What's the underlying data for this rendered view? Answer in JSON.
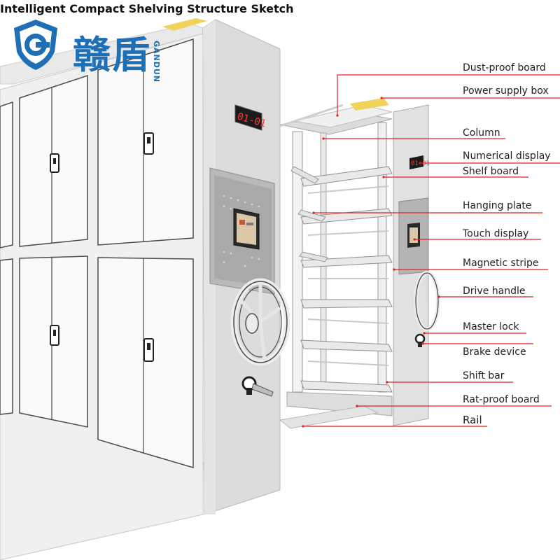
{
  "title": "Intelligent Compact Shelving Structure Sketch",
  "logo": {
    "chinese_name": "赣盾",
    "latin_name": "GANDUN",
    "color": "#1e6fb6",
    "accent": "#f1d25a"
  },
  "cabinet_display": "01-01",
  "shelf_display": "01-01",
  "labels": [
    "Dust-proof board",
    "Power supply box",
    "Column",
    "Numerical display",
    "Shelf board",
    "Hanging plate",
    "Touch display",
    "Magnetic stripe",
    "Drive handle",
    "Master lock",
    "Brake device",
    "Shift bar",
    "Rat-proof board",
    "Rail"
  ],
  "colors": {
    "leader_line": "#e02020",
    "panel": "#f4f4f4",
    "frame": "#d7d7d7",
    "outline": "#4a4a4a"
  }
}
